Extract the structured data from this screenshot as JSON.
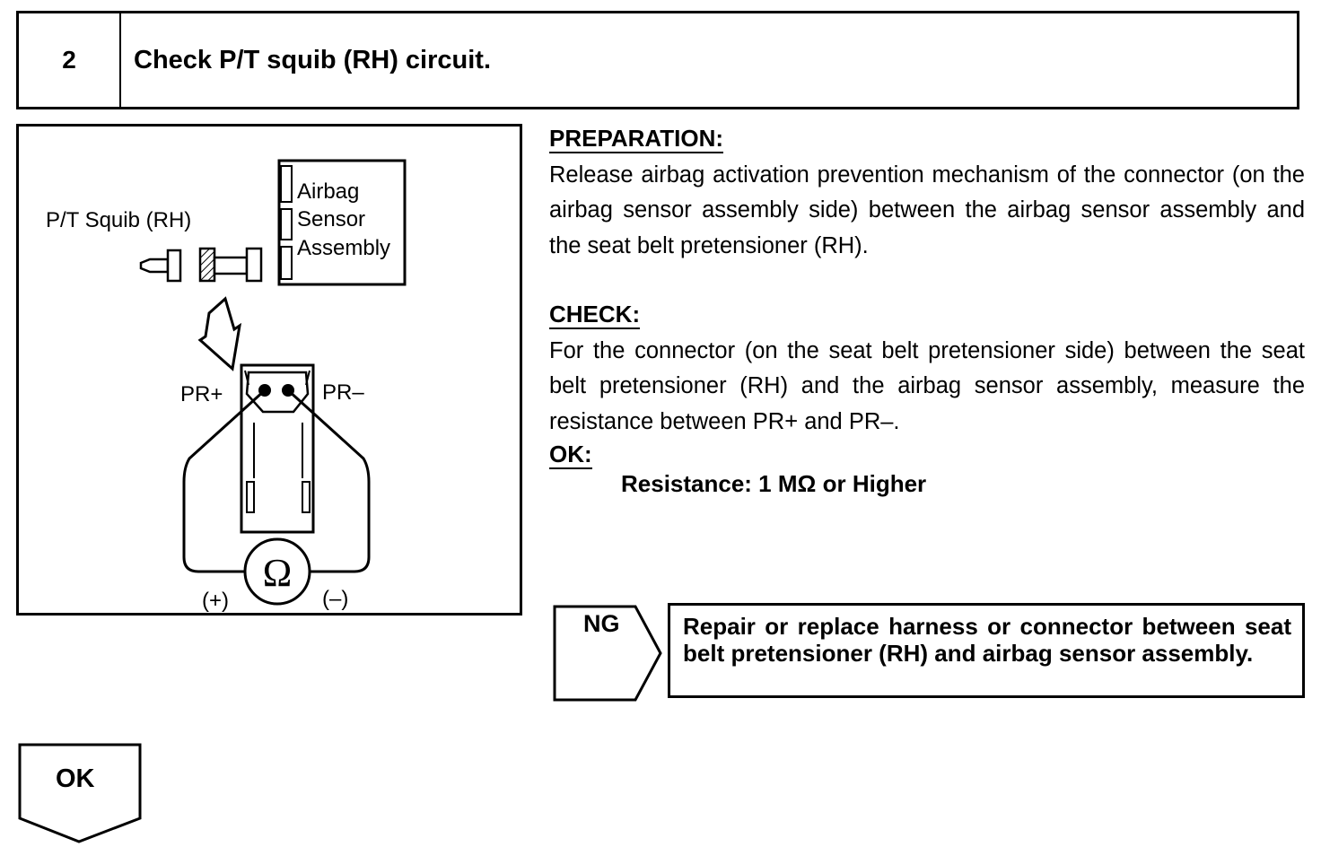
{
  "step": {
    "number": "2",
    "title": "Check P/T squib (RH) circuit."
  },
  "figure": {
    "squib_label": "P/T Squib (RH)",
    "sensor_label_lines": [
      "Airbag",
      "Sensor",
      "Assembly"
    ],
    "terminal_pos": "PR+",
    "terminal_neg": "PR–",
    "meter_symbol": "Ω",
    "lead_pos": "(+)",
    "lead_neg": "(–)"
  },
  "preparation": {
    "heading": "PREPARATION:",
    "text": "Release airbag activation prevention mechanism of the connector (on the airbag sensor assembly side) between the airbag sensor assembly and the seat belt pretensioner (RH)."
  },
  "check": {
    "heading": "CHECK:",
    "text": "For the connector (on the seat belt pretensioner side) between the seat belt pretensioner (RH) and the airbag sensor assembly, measure the resistance between PR+ and PR–."
  },
  "ok_criteria": {
    "heading": "OK:",
    "spec": "Resistance: 1 MΩ or Higher"
  },
  "ng_result": {
    "label": "NG",
    "action": "Repair or replace harness or connector between seat belt pretensioner (RH) and airbag sensor assembly."
  },
  "ok_result": {
    "label": "OK"
  }
}
